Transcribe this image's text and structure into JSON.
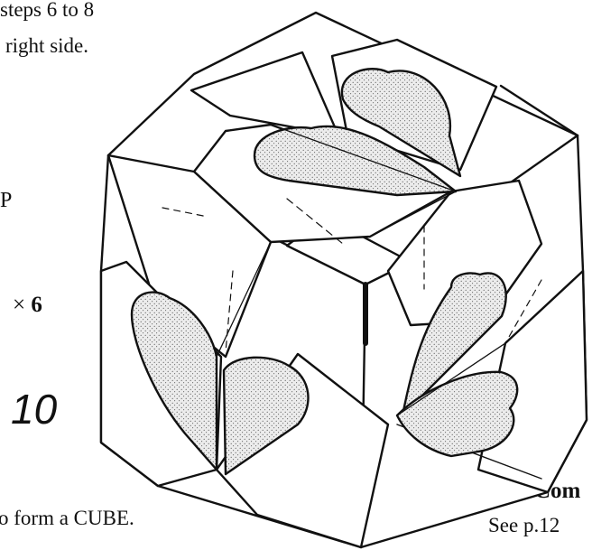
{
  "text": {
    "steps_line": "steps 6 to 8",
    "right_side_line": "right side.",
    "fragment_p": "P",
    "multiplier_symbol": "×",
    "multiplier_count": "6",
    "step_number": "10",
    "form_cube_line": "o form a CUBE.",
    "completed_heading": "Com",
    "see_page_ref": "See p.12"
  },
  "colors": {
    "ink": "#111111",
    "paper": "#ffffff",
    "stipple_base": "#ececec",
    "stipple_dot": "#555555"
  },
  "figure": {
    "subject": "assembled origami cube with heart motifs",
    "icon": "origami-cube-illustration"
  }
}
